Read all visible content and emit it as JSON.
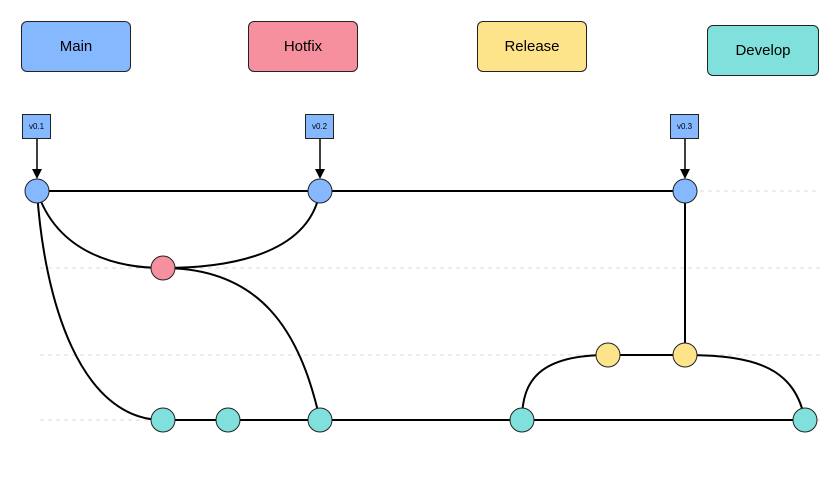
{
  "colors": {
    "main": "#85b8ff",
    "hotfix": "#f6909e",
    "release": "#fde38a",
    "develop": "#7fe0dc",
    "line": "#000000",
    "guide": "#d8d8d8"
  },
  "legend": {
    "main": "Main",
    "hotfix": "Hotfix",
    "release": "Release",
    "develop": "Develop"
  },
  "tags": {
    "v01": "v0.1",
    "v02": "v0.2",
    "v03": "v0.3"
  }
}
